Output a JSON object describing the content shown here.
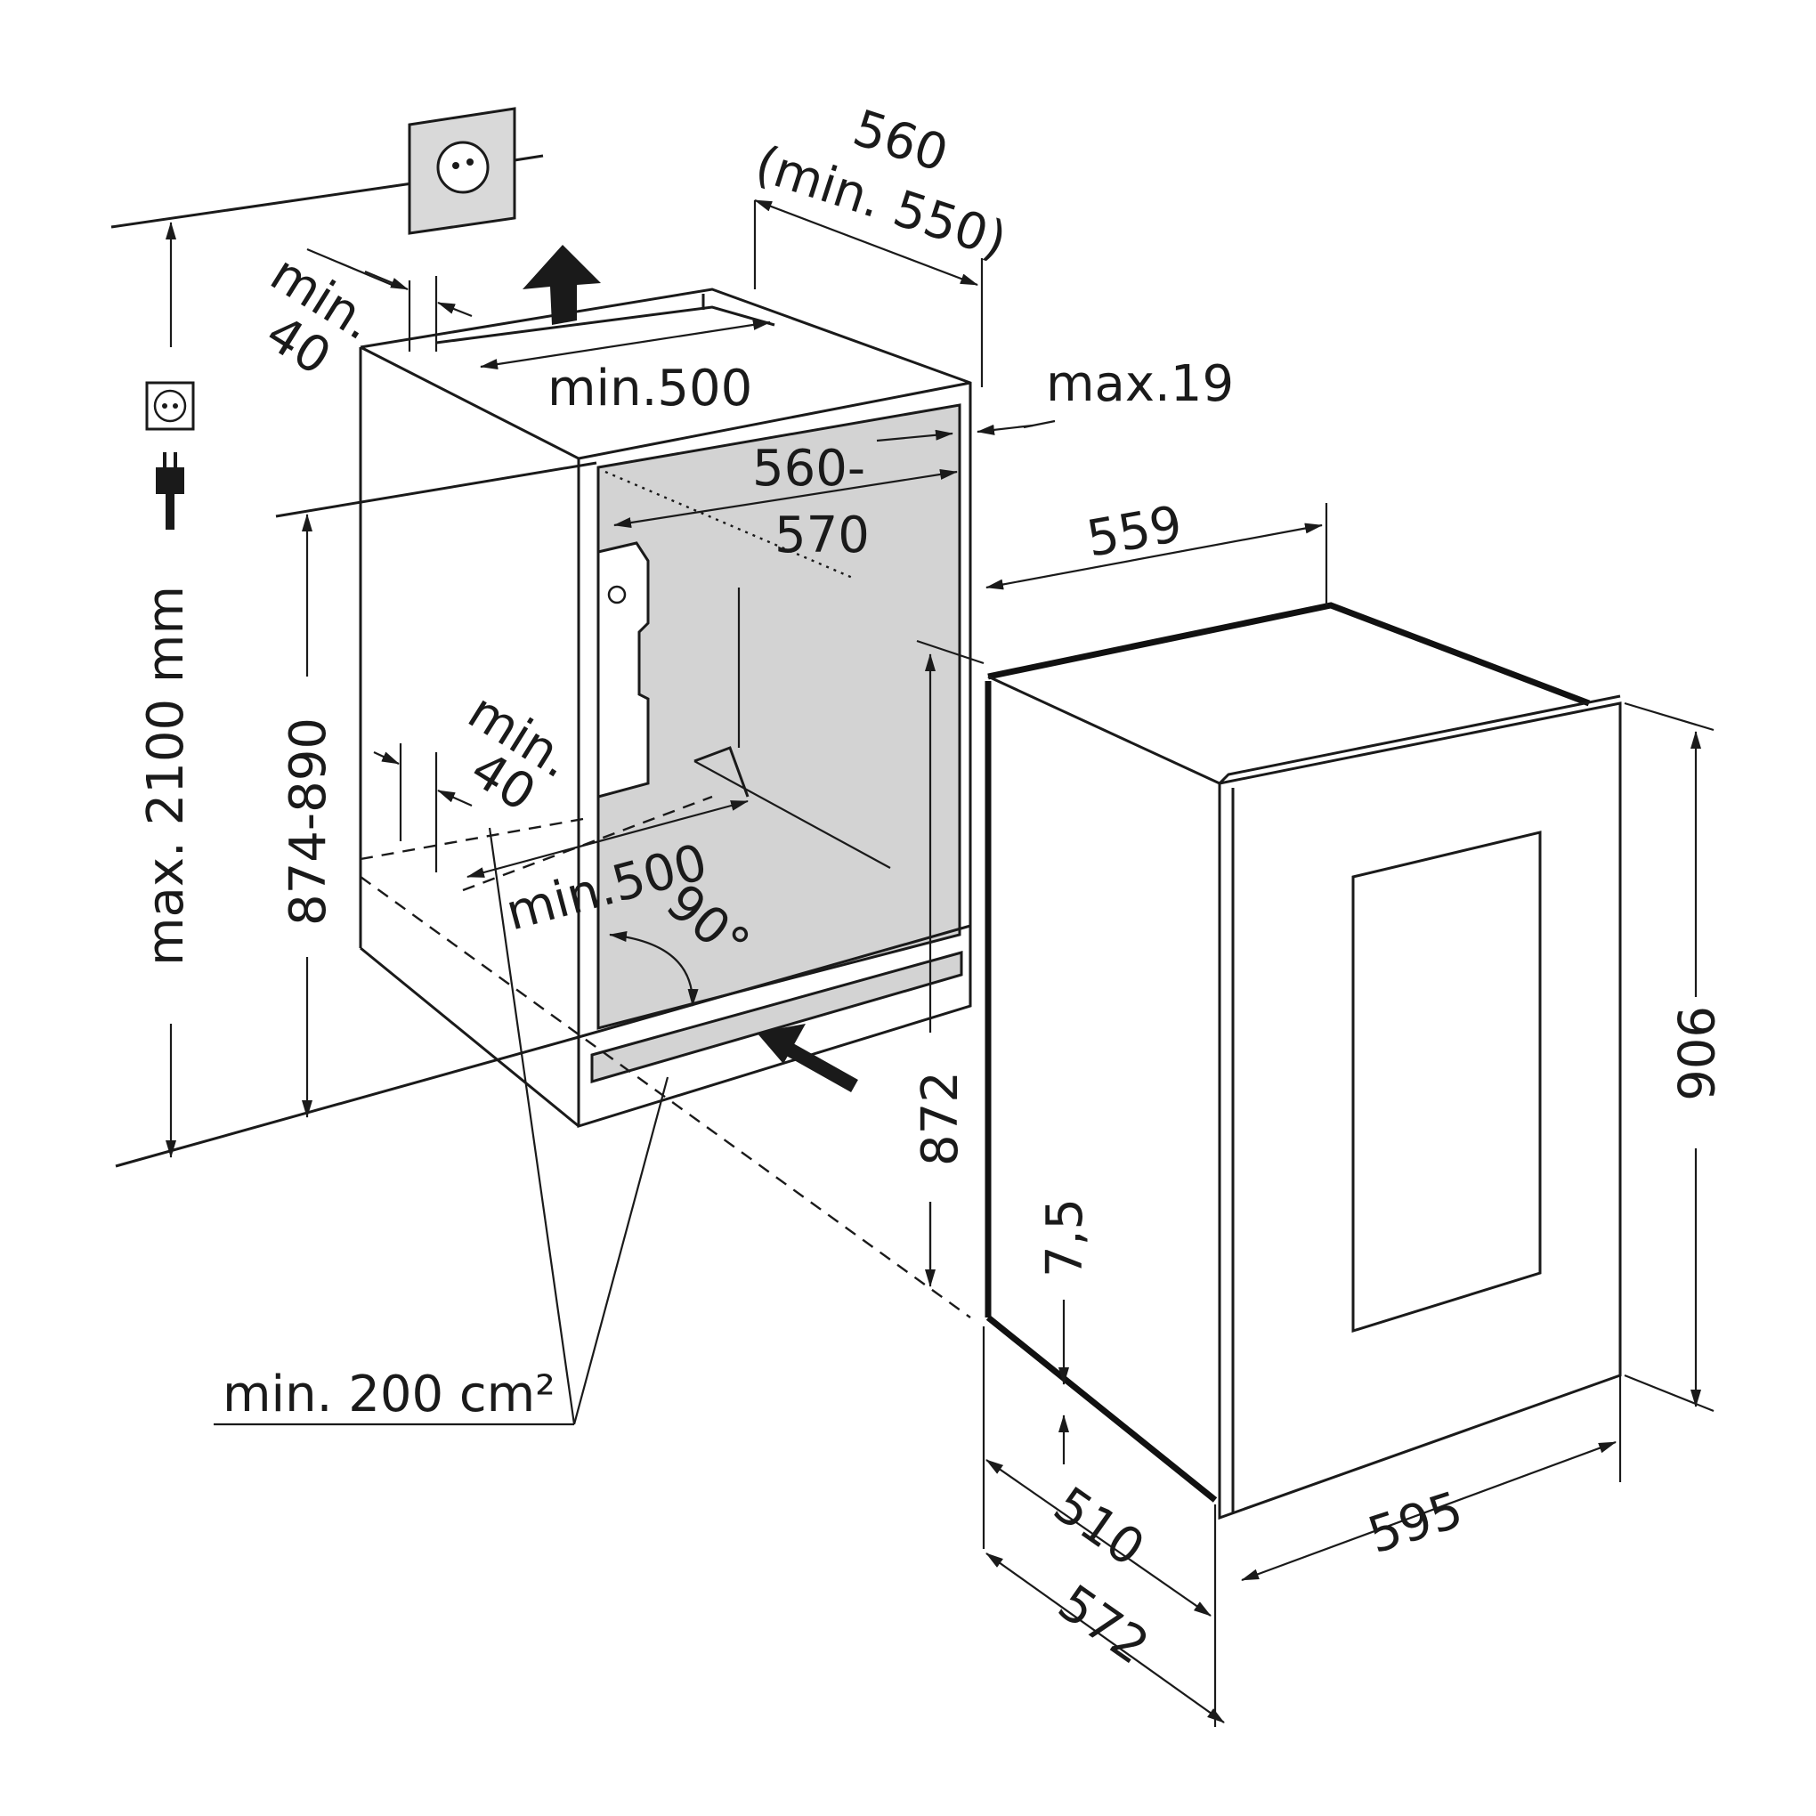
{
  "dimensions": {
    "niche_width": "560",
    "niche_width_min": "(min. 550)",
    "top_gap_min": "min.",
    "top_gap_value": "40",
    "top_vent_depth": "min.500",
    "max_panel": "max.19",
    "inner_width_a": "560-",
    "inner_width_b": "570",
    "appliance_width_top": "559",
    "max_socket_height": "max. 2100 mm",
    "niche_height": "874-890",
    "bottom_gap_min": "min.",
    "bottom_gap_value": "40",
    "bottom_vent_depth": "min.500",
    "door_angle": "90°",
    "door_height": "872",
    "plinth_offset": "7,5",
    "appliance_height": "906",
    "vent_area": "min. 200 cm²",
    "depth_510": "510",
    "depth_572": "572",
    "front_width": "595"
  },
  "icons": [
    "wall-socket-icon",
    "socket-icon",
    "plug-icon",
    "airflow-arrow-icon"
  ]
}
